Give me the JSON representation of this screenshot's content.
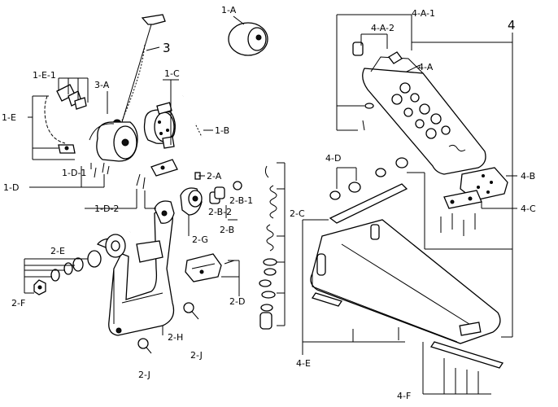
{
  "labels": {
    "l1A": "1-A",
    "l3": "3",
    "l1E1": "1-E-1",
    "l3A": "3-A",
    "l1C": "1-C",
    "l1E": "1-E",
    "l1B": "1-B",
    "l1D1": "1-D-1",
    "l1D": "1-D",
    "l1D2": "1-D-2",
    "l2A": "2-A",
    "l2B1": "2-B-1",
    "l2B2": "2-B-2",
    "l2B": "2-B",
    "l2C": "2-C",
    "l2G": "2-G",
    "l2E": "2-E",
    "l2F": "2-F",
    "l2D": "2-D",
    "l2H": "2-H",
    "l2J1": "2-J",
    "l2J2": "2-J",
    "l4A1": "4-A-1",
    "l4A2": "4-A-2",
    "l4": "4",
    "l4A": "4-A",
    "l4D": "4-D",
    "l4B": "4-B",
    "l4C": "4-C",
    "l4E": "4-E",
    "l4F": "4-F"
  }
}
